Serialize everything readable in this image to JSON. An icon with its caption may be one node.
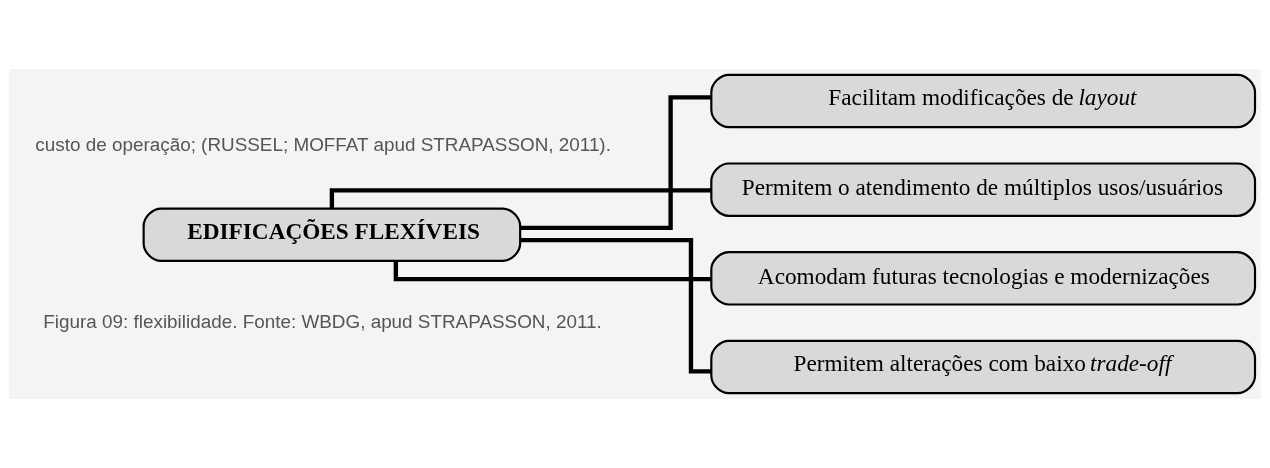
{
  "diagram": {
    "nodes": [
      {
        "text": [
          "EDIFICAÇÕES FLEXÍVEIS"
        ]
      },
      {
        "text": [
          "Facilitam modificações de *layout*"
        ]
      },
      {
        "text": [
          "Permitem o atendimento de múltiplos usos/usuários"
        ]
      },
      {
        "text": [
          "Acomodam futuras tecnologias e modernizações"
        ]
      },
      {
        "text": [
          "Permitem alterações com baixo *trade-off*"
        ]
      }
    ],
    "edges": [
      {
        "from": 0,
        "to": 1,
        "arrow": "none"
      },
      {
        "from": 0,
        "to": 2,
        "arrow": "none"
      },
      {
        "from": 0,
        "to": 3,
        "arrow": "none"
      },
      {
        "from": 0,
        "to": 4,
        "arrow": "none"
      }
    ],
    "labels": [
      "custo de operação; (RUSSEL; MOFFAT apud STRAPASSON, 2011).",
      "Figura 09: flexibilidade. Fonte: WBDG, apud STRAPASSON, 2011."
    ]
  }
}
